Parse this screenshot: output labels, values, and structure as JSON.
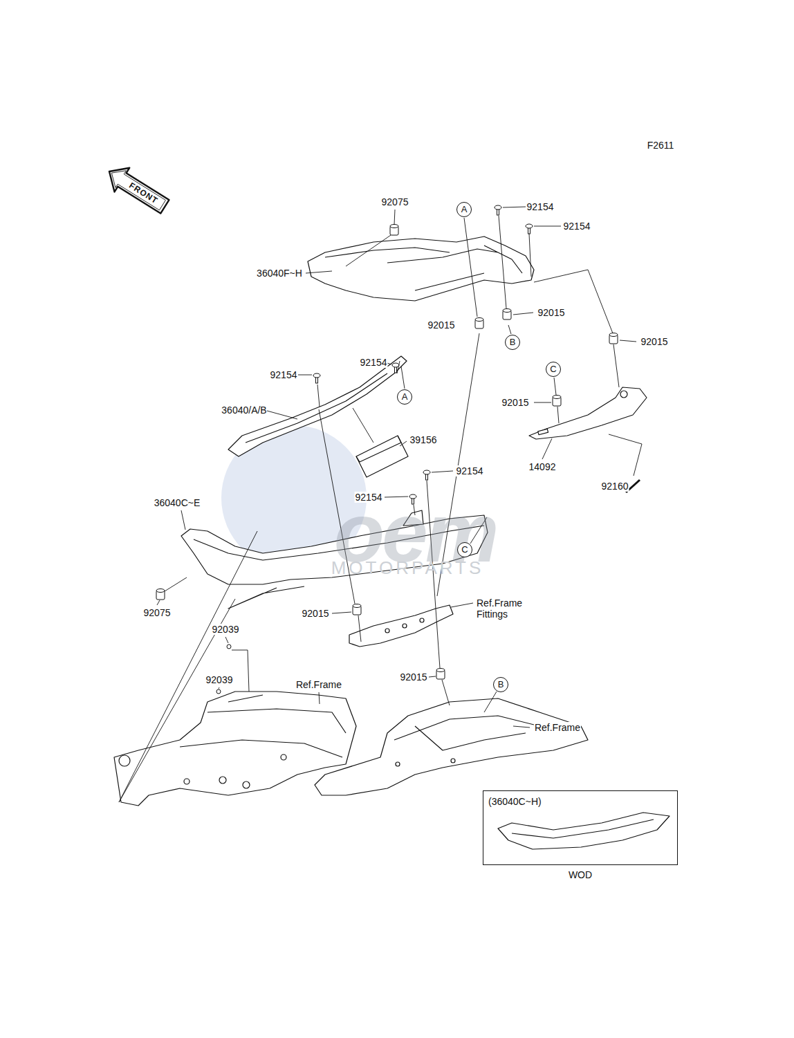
{
  "diagram": {
    "nodes": [
      {
        "text": [
          "(36040C~H)",
          "WOD"
        ]
      }
    ],
    "labels": [
      "F2611",
      "FRONT",
      "92075",
      "A",
      "92154",
      "92154",
      "36040F~H",
      "92015",
      "92015",
      "B",
      "92015",
      "92154",
      "92154",
      "A",
      "C",
      "92015",
      "36040/A/B",
      "39156",
      "14092",
      "92154",
      "92160",
      "92154",
      "36040C~E",
      "C",
      "Ref.Frame Fittings",
      "92075",
      "92015",
      "92039",
      "92039",
      "Ref.Frame",
      "92015",
      "B",
      "Ref.Frame",
      "oem",
      "MOTORPARTS"
    ]
  }
}
